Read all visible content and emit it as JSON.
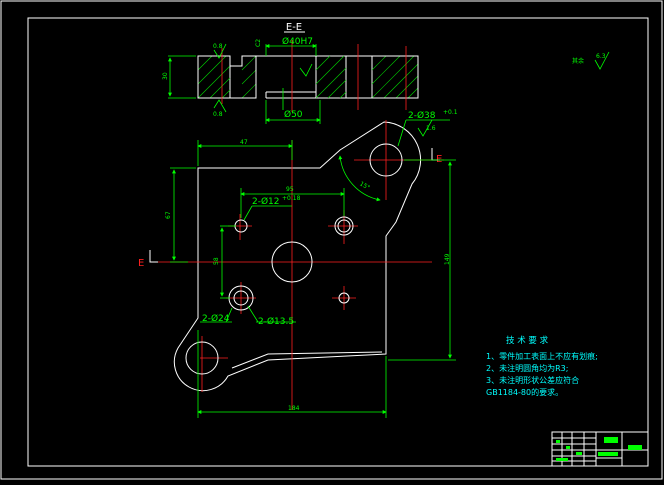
{
  "section": {
    "title": "E-E",
    "bore_dim": "Ø40H7",
    "chamfer_dim": "C2",
    "counterbore_dim": "Ø50",
    "roughness_top": "0.8",
    "roughness_bottom": "0.8",
    "side_dim": "30"
  },
  "roughness_note": {
    "prefix": "其余",
    "value": "6.3"
  },
  "plan": {
    "dim_top": "47",
    "dim_inner": "95",
    "dim_left": "67",
    "dim_right": "149",
    "dim_bottom": "184",
    "dim_mid": "58",
    "dim_angle": "15°",
    "hole_right_top": "2-Ø38",
    "hole_right_top_tol": "+0.1",
    "hole_small": "2-Ø12",
    "hole_small_tol": "+0.18",
    "hole_a": "2-Ø24",
    "hole_b": "2-Ø13.5",
    "roughness_hole": "1.6",
    "section_mark": "E"
  },
  "tech": {
    "title": "技 术 要 求",
    "items": [
      "1、零件加工表面上不应有划痕;",
      "2、未注明圆角均为R3;",
      "3、未注明形状公差应符合",
      "GB1184-80的要求。"
    ]
  }
}
